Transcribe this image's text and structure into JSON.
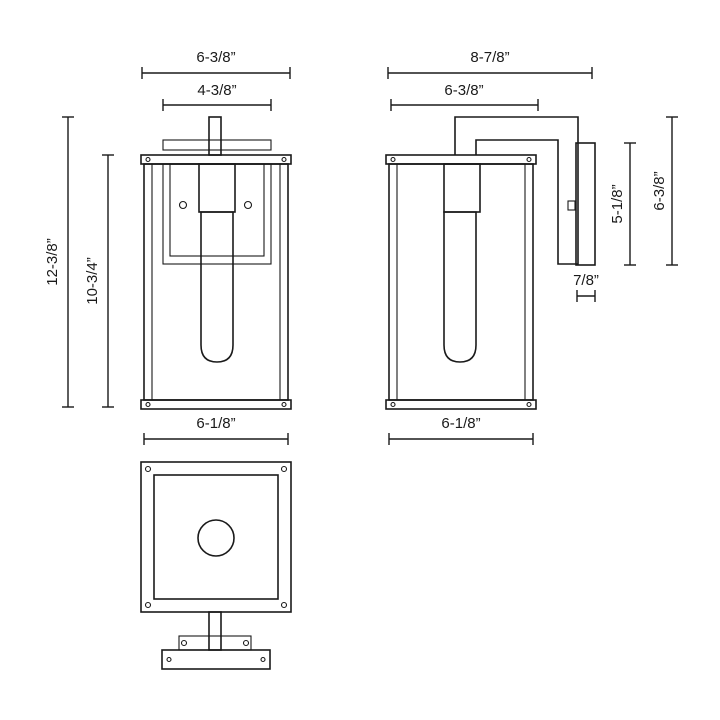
{
  "colors": {
    "line": "#1a1a1a",
    "background": "#ffffff"
  },
  "front_view": {
    "overall_width": "6-3/8”",
    "backplate_width": "4-3/8”",
    "overall_height": "12-3/8”",
    "body_height": "10-3/4”",
    "body_width": "6-1/8”"
  },
  "side_view": {
    "extension": "8-7/8”",
    "body_width_top": "6-3/8”",
    "body_width_bottom": "6-1/8”",
    "backplate_height": "5-1/8”",
    "overall_backplate_height": "6-3/8”",
    "backplate_depth": "7/8”"
  }
}
